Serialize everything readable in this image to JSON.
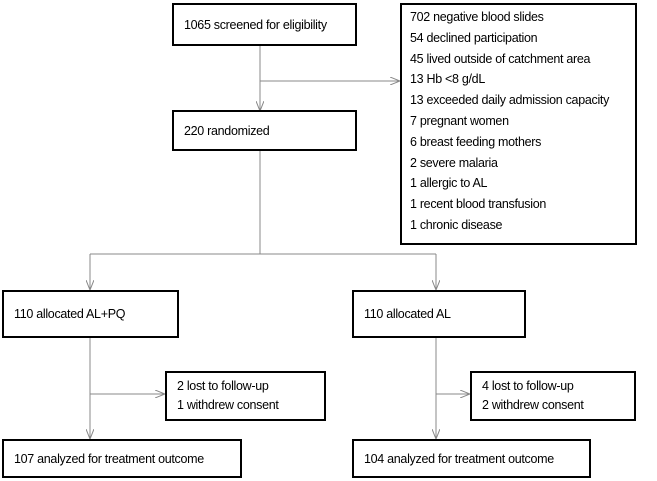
{
  "flowchart": {
    "screened": "1065 screened for eligibility",
    "exclusions": [
      "702 negative blood slides",
      "54 declined participation",
      "45 lived outside of catchment area",
      "13 Hb <8 g/dL",
      "13 exceeded daily admission capacity",
      "7 pregnant women",
      "6 breast feeding mothers",
      "2 severe malaria",
      "1 allergic to AL",
      "1 recent blood transfusion",
      "1 chronic disease"
    ],
    "randomized": "220 randomized",
    "left_arm": {
      "allocated": "110 allocated AL+PQ",
      "losses": [
        "2 lost to follow-up",
        "1 withdrew consent"
      ],
      "analyzed": "107 analyzed for treatment outcome"
    },
    "right_arm": {
      "allocated": "110 allocated AL",
      "losses": [
        "4 lost to follow-up",
        "2 withdrew consent"
      ],
      "analyzed": "104 analyzed for treatment outcome"
    }
  }
}
